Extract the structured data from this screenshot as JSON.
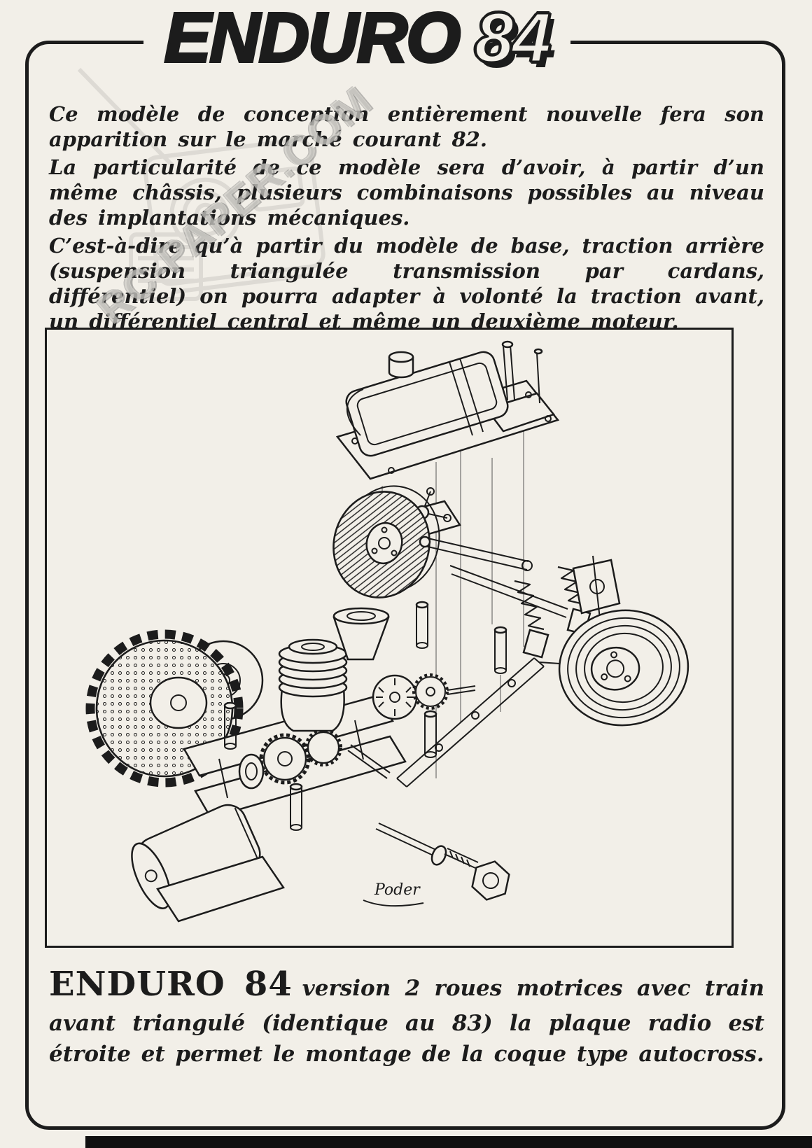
{
  "colors": {
    "paper": "#f2efe8",
    "ink": "#1c1c1c"
  },
  "masthead": {
    "title": "ENDURO",
    "number": "84"
  },
  "intro": {
    "paragraphs": [
      "Ce modèle de conception entièrement nouvelle fera son apparition sur le marché courant 82.",
      "La particularité de ce modèle sera d’avoir, à partir d’un même châssis, plusieurs combinaisons possibles au niveau des implantations mécaniques.",
      "C’est-à-dire qu’à partir du modèle de base, traction arrière (suspension triangulée transmission par cardans, différentiel) on pourra adapter à volonté la traction avant, un différentiel central et même un deuxième moteur."
    ]
  },
  "figure": {
    "signature": "Poder"
  },
  "caption": {
    "lead": "ENDURO 84",
    "text": "version 2 roues motrices avec train avant triangulé (identique au 83) la plaque radio est étroite et permet le montage de la coque type autocross."
  },
  "watermark": {
    "text": "RC-PAPER.COM"
  }
}
